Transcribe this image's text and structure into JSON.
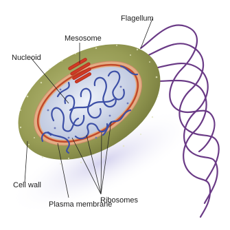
{
  "labels": {
    "flagellum": "Flagellum",
    "mesosome": "Mesosome",
    "nucleoid": "Nucleoid",
    "cell_wall": "Cell wall",
    "ribosomes": "Ribosomes",
    "plasma_membrane": "Plasma membrane"
  },
  "colors": {
    "background": "#ffffff",
    "capsule": "#9aa05a",
    "cell_wall_band": "#d9a07a",
    "plasma_membrane": "#c24a2a",
    "cytoplasm": "#dfe6f3",
    "nucleoid_dna": "#3c4fa6",
    "mesosome": "#d03a25",
    "flagellum": "#6a3a86",
    "leader_line": "#222222"
  }
}
